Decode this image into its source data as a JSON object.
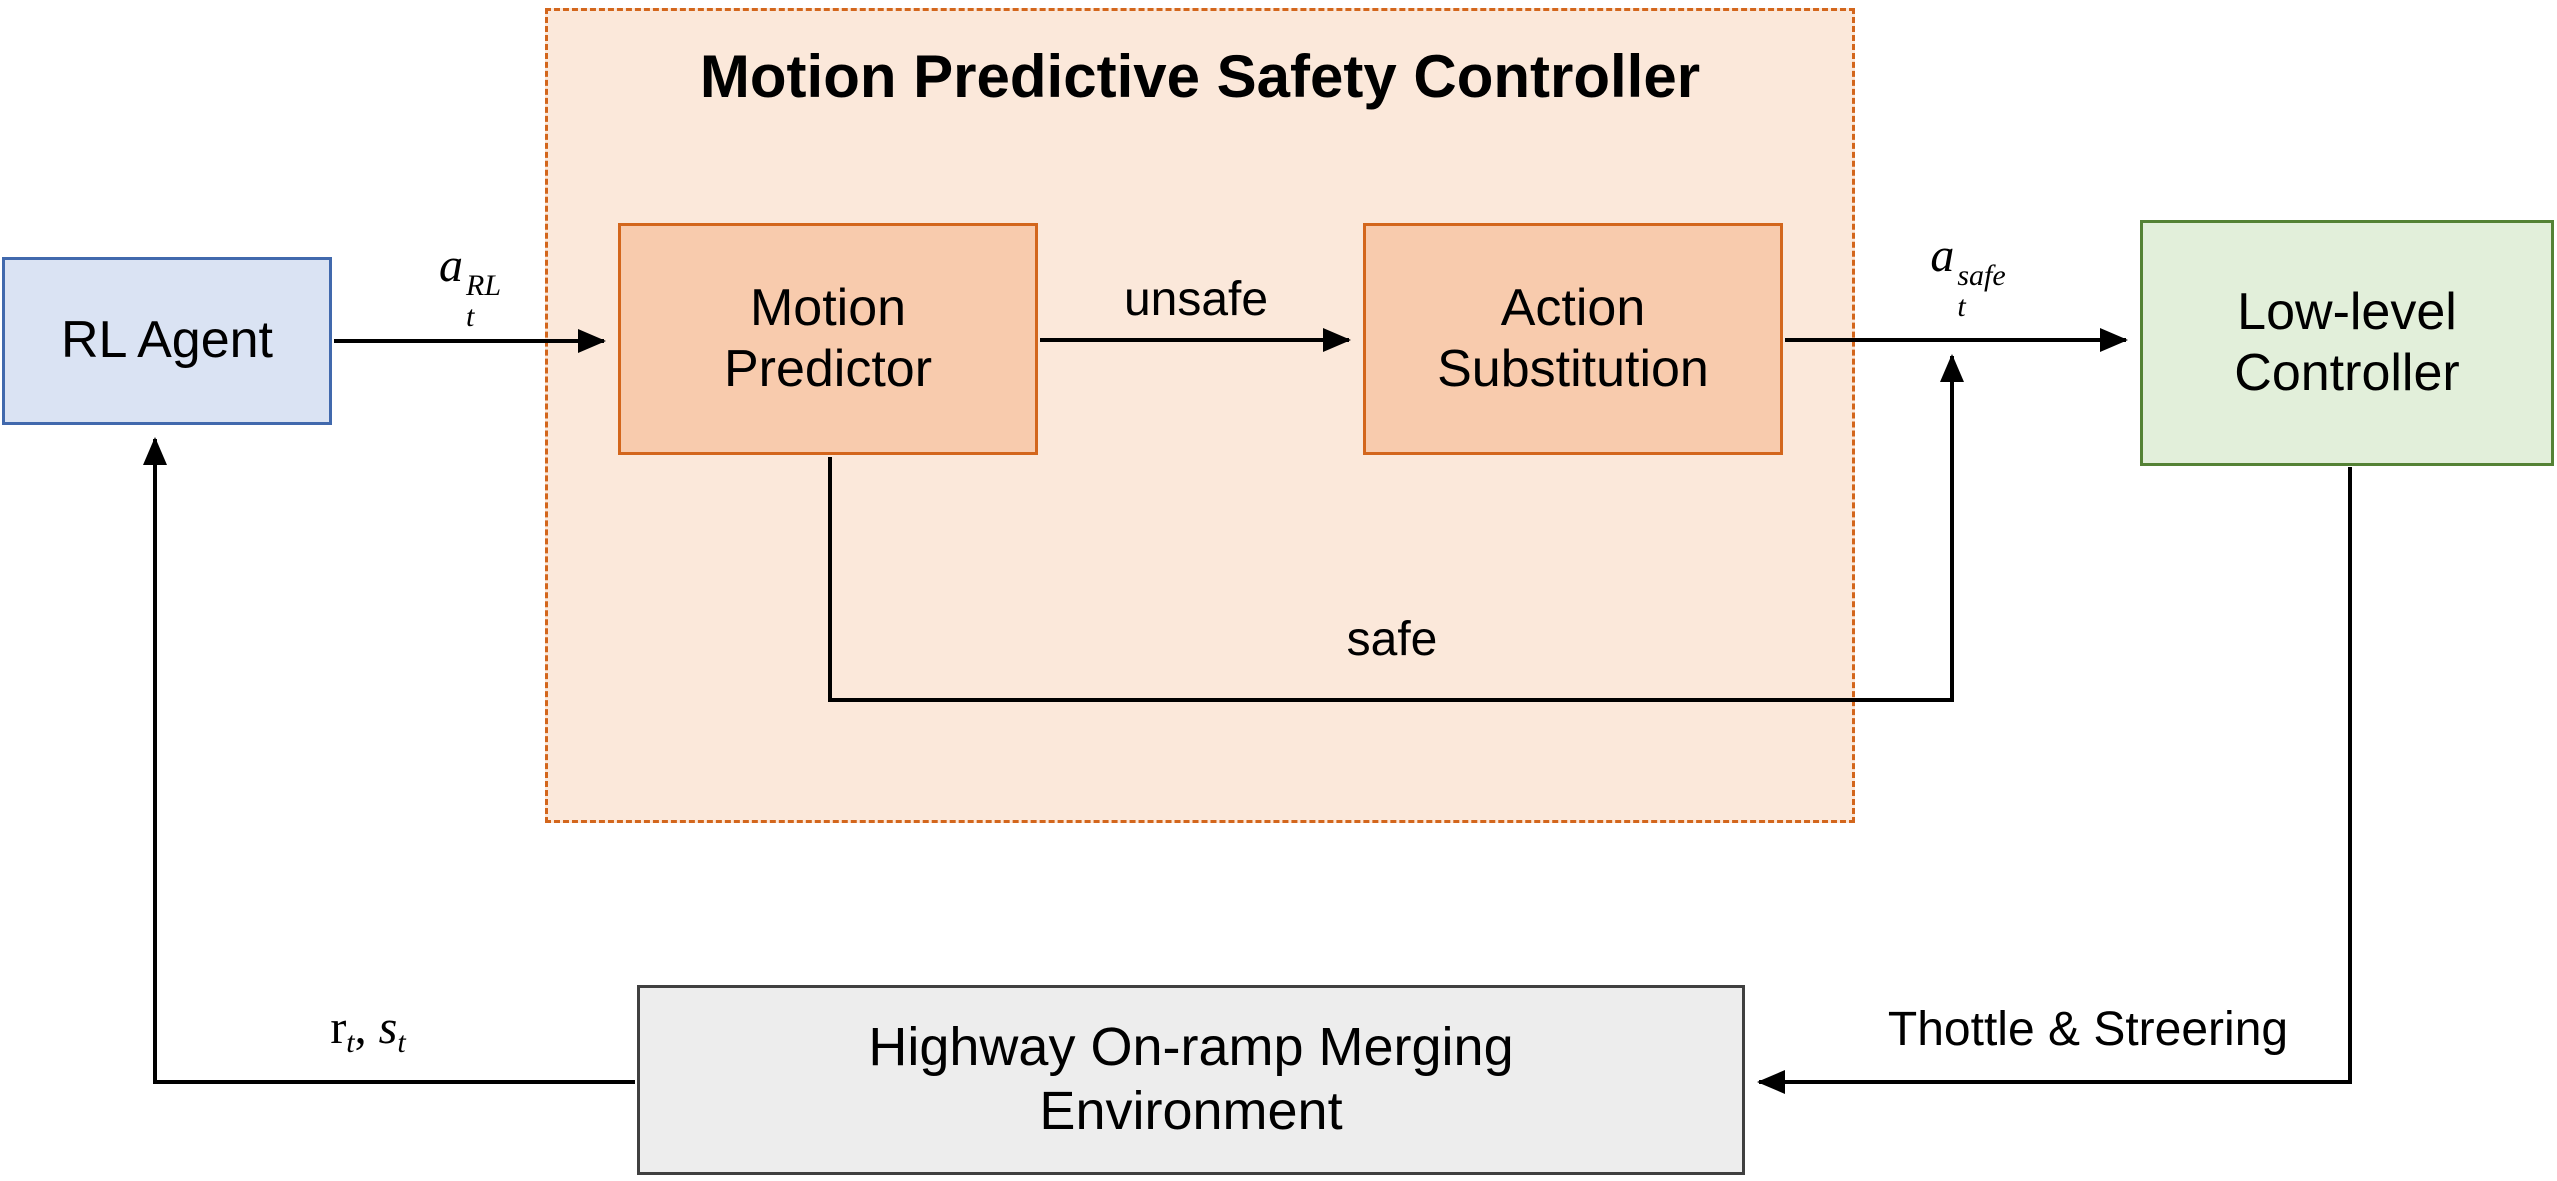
{
  "title": "Motion Predictive Safety Controller",
  "boxes": {
    "rl_agent": {
      "label": "RL Agent"
    },
    "motion_predictor": {
      "line1": "Motion",
      "line2": "Predictor"
    },
    "action_substitution": {
      "line1": "Action",
      "line2": "Substitution"
    },
    "low_level_controller": {
      "line1": "Low-level",
      "line2": "Controller"
    },
    "environment": {
      "line1": "Highway On-ramp Merging",
      "line2": "Environment"
    }
  },
  "edge_labels": {
    "unsafe": "unsafe",
    "safe": "safe",
    "throttle_steering": "Thottle & Streering",
    "a_rl": {
      "base": "a",
      "sub": "t",
      "sup": "RL"
    },
    "a_safe": {
      "base": "a",
      "sub": "t",
      "sup": "safe"
    },
    "reward_state": {
      "r": "r",
      "r_sub": "t",
      "sep": ", ",
      "s": "s",
      "s_sub": "t"
    }
  },
  "colors": {
    "peach-bg": "#fbe8da",
    "orange-bg": "#f8cbad",
    "orange-border": "#d3661c",
    "blue-bg": "#dae3f3",
    "blue-border": "#4169ad",
    "green-bg": "#e2efda",
    "green-border": "#548235",
    "gray-bg": "#ededed",
    "gray-border": "#404040",
    "line": "#000000"
  }
}
